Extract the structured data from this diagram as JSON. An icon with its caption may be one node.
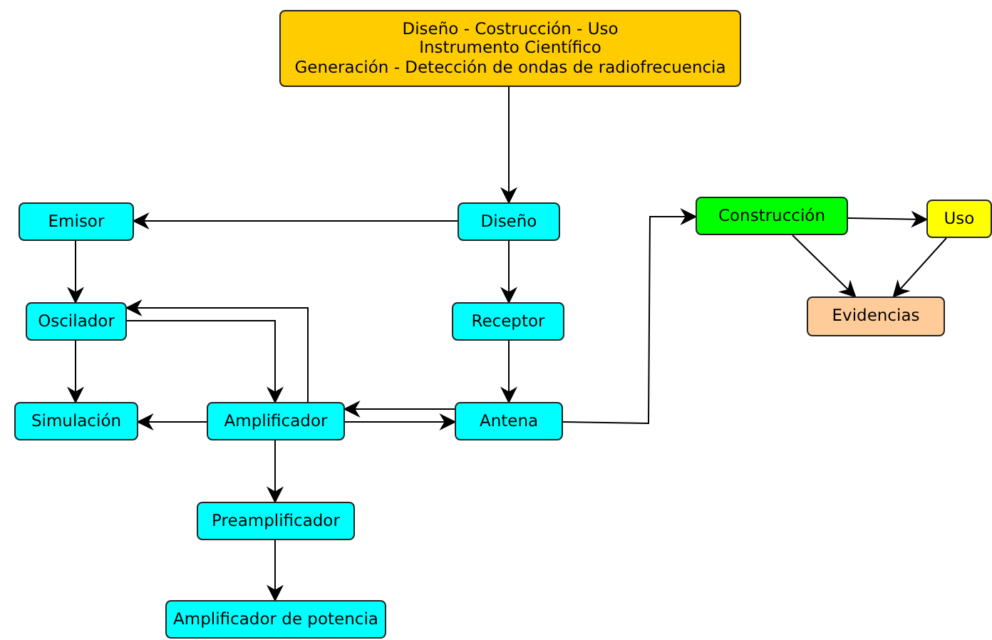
{
  "diagram": {
    "nodes": [
      {
        "text": [
          "Diseño - Costrucción - Uso",
          "Instrumento Científico",
          "Generación - Detección de ondas de radiofrecuencia"
        ]
      },
      {
        "text": [
          "Emisor"
        ]
      },
      {
        "text": [
          "Diseño"
        ]
      },
      {
        "text": [
          "Construcción"
        ]
      },
      {
        "text": [
          "Uso"
        ]
      },
      {
        "text": [
          "Oscilador"
        ]
      },
      {
        "text": [
          "Receptor"
        ]
      },
      {
        "text": [
          "Evidencias"
        ]
      },
      {
        "text": [
          "Simulación"
        ]
      },
      {
        "text": [
          "Amplificador"
        ]
      },
      {
        "text": [
          "Antena"
        ]
      },
      {
        "text": [
          "Preamplificador"
        ]
      },
      {
        "text": [
          "Amplificador de potencia"
        ]
      }
    ],
    "edges": [
      {
        "from": 0,
        "to": 2,
        "arrow": "to"
      },
      {
        "from": 2,
        "to": 1,
        "arrow": "to"
      },
      {
        "from": 2,
        "to": 6,
        "arrow": "to"
      },
      {
        "from": 1,
        "to": 5,
        "arrow": "to"
      },
      {
        "from": 5,
        "to": 8,
        "arrow": "to"
      },
      {
        "from": 5,
        "to": 9,
        "arrow": "to"
      },
      {
        "from": 9,
        "to": 5,
        "arrow": "to"
      },
      {
        "from": 6,
        "to": 10,
        "arrow": "to"
      },
      {
        "from": 10,
        "to": 9,
        "arrow": "to"
      },
      {
        "from": 9,
        "to": 10,
        "arrow": "to"
      },
      {
        "from": 9,
        "to": 8,
        "arrow": "to"
      },
      {
        "from": 9,
        "to": 11,
        "arrow": "to"
      },
      {
        "from": 11,
        "to": 12,
        "arrow": "to"
      },
      {
        "from": 10,
        "to": 3,
        "arrow": "to"
      },
      {
        "from": 3,
        "to": 4,
        "arrow": "to"
      },
      {
        "from": 3,
        "to": 7,
        "arrow": "to"
      },
      {
        "from": 4,
        "to": 7,
        "arrow": "to"
      }
    ]
  }
}
